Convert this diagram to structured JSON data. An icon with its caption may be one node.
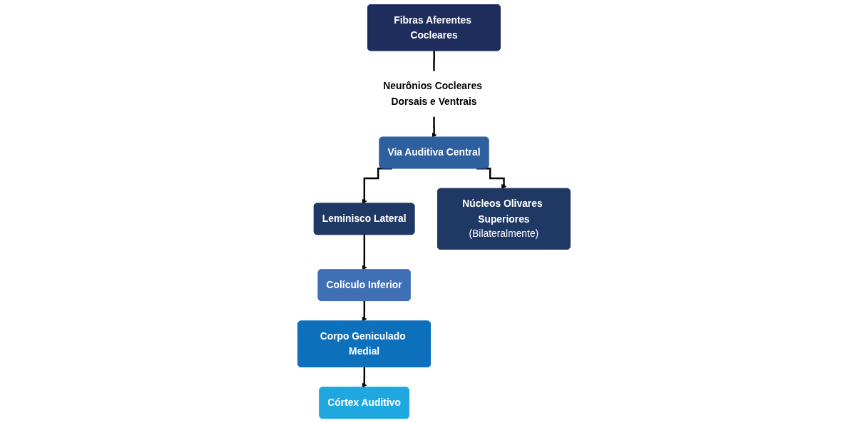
{
  "diagram": {
    "nodes": [
      {
        "text": [
          "Fibras Aferentes Cocleares"
        ]
      },
      {
        "text": [
          "Neurônios Cocleares Dorsais e Ventrais"
        ]
      },
      {
        "text": [
          "Via Auditiva Central"
        ]
      },
      {
        "text": [
          "Leminisco Lateral"
        ]
      },
      {
        "text": [
          "Núcleos Olivares Superiores",
          "(Bilateralmente)"
        ]
      },
      {
        "text": [
          "Colículo Inferior"
        ]
      },
      {
        "text": [
          "Corpo Geniculado Medial"
        ]
      },
      {
        "text": [
          "Córtex Auditivo"
        ]
      }
    ],
    "edges": [
      {
        "from": 0,
        "to": 1,
        "arrow": "none"
      },
      {
        "from": 1,
        "to": 2,
        "arrow": "to"
      },
      {
        "from": 2,
        "to": 3,
        "arrow": "to"
      },
      {
        "from": 2,
        "to": 4,
        "arrow": "to"
      },
      {
        "from": 3,
        "to": 5,
        "arrow": "to"
      },
      {
        "from": 5,
        "to": 6,
        "arrow": "to"
      },
      {
        "from": 6,
        "to": 7,
        "arrow": "to"
      }
    ]
  }
}
